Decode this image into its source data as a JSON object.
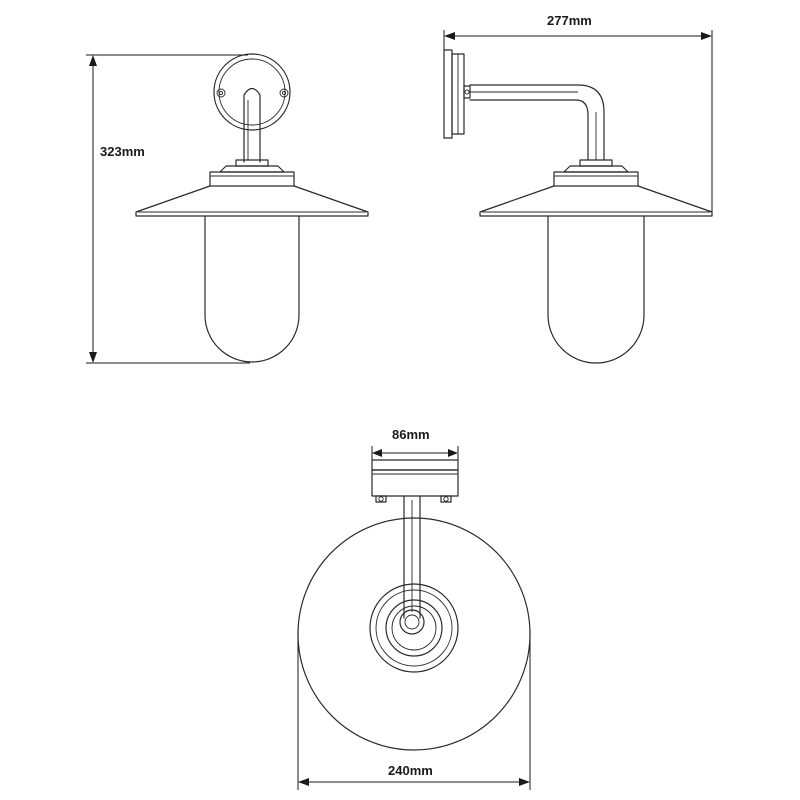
{
  "dimensions": {
    "height": "323mm",
    "projection": "277mm",
    "backplate_width": "86mm",
    "shade_diameter": "240mm"
  }
}
